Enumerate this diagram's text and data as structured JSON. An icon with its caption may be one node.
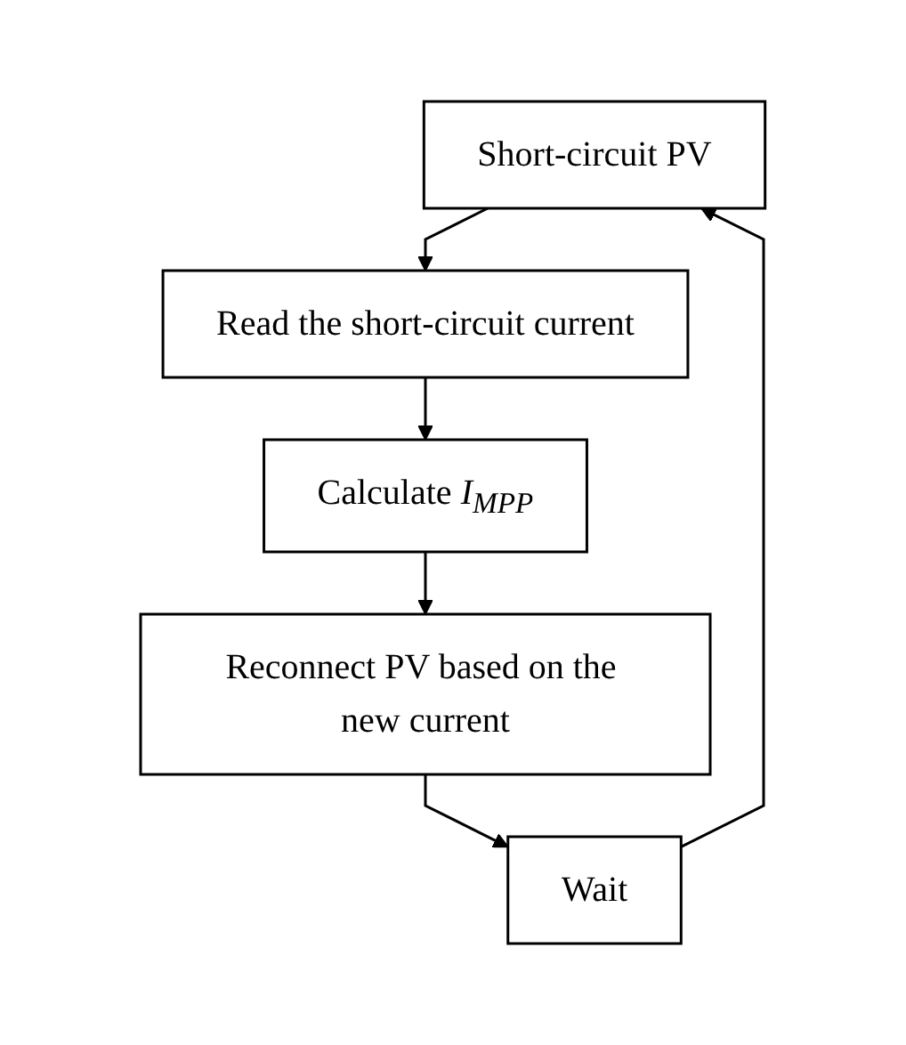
{
  "diagram": {
    "nodes": [
      {
        "text": [
          "Short-circuit PV"
        ]
      },
      {
        "text": [
          "Read the short-circuit current"
        ]
      },
      {
        "text": [
          "Calculate *I*$_{MPP}$"
        ]
      },
      {
        "text": [
          "Reconnect PV based on the new current"
        ]
      },
      {
        "text": [
          "Wait"
        ]
      }
    ],
    "edges": [
      {
        "from": 0,
        "to": 1,
        "arrow": "to"
      },
      {
        "from": 1,
        "to": 2,
        "arrow": "to"
      },
      {
        "from": 2,
        "to": 3,
        "arrow": "to"
      },
      {
        "from": 3,
        "to": 4,
        "arrow": "to"
      },
      {
        "from": 4,
        "to": 0,
        "arrow": "to"
      }
    ]
  }
}
